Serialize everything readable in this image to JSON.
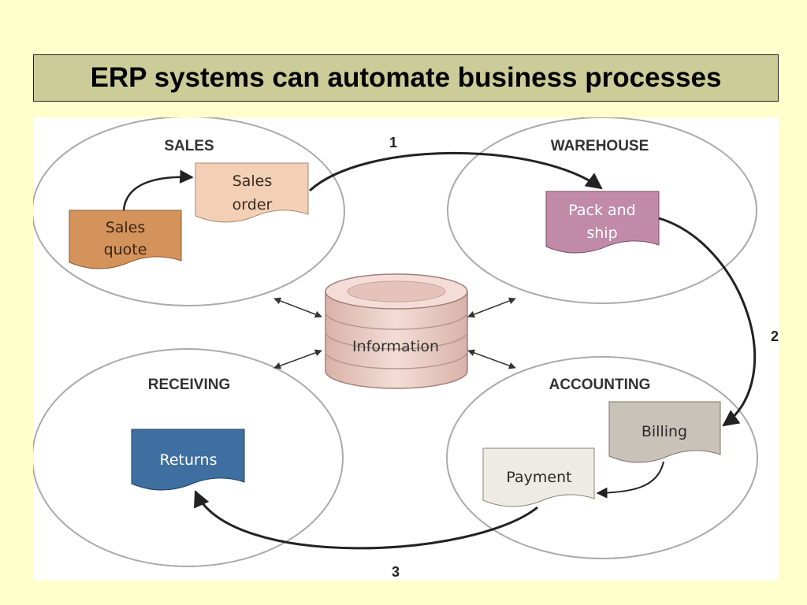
{
  "title": "ERP systems can automate business processes",
  "sections": {
    "sales": "SALES",
    "warehouse": "WAREHOUSE",
    "receiving": "RECEIVING",
    "accounting": "ACCOUNTING"
  },
  "documents": {
    "sales_quote": [
      "Sales",
      "quote"
    ],
    "sales_order": [
      "Sales",
      "order"
    ],
    "pack_and_ship": [
      "Pack and",
      "ship"
    ],
    "billing": "Billing",
    "payment": "Payment",
    "returns": "Returns"
  },
  "database": {
    "label": "Information"
  },
  "steps": [
    "1",
    "2",
    "3"
  ],
  "colors": {
    "slide_background": "#ffffcc",
    "title_background": "#cccc99",
    "sales_quote": "#d4935a",
    "sales_order": "#f2cfb5",
    "pack_and_ship": "#c08aa8",
    "billing": "#c9c2b8",
    "payment": "#eeebe4",
    "returns": "#3f6fa0",
    "database": "#e8c9c0"
  }
}
